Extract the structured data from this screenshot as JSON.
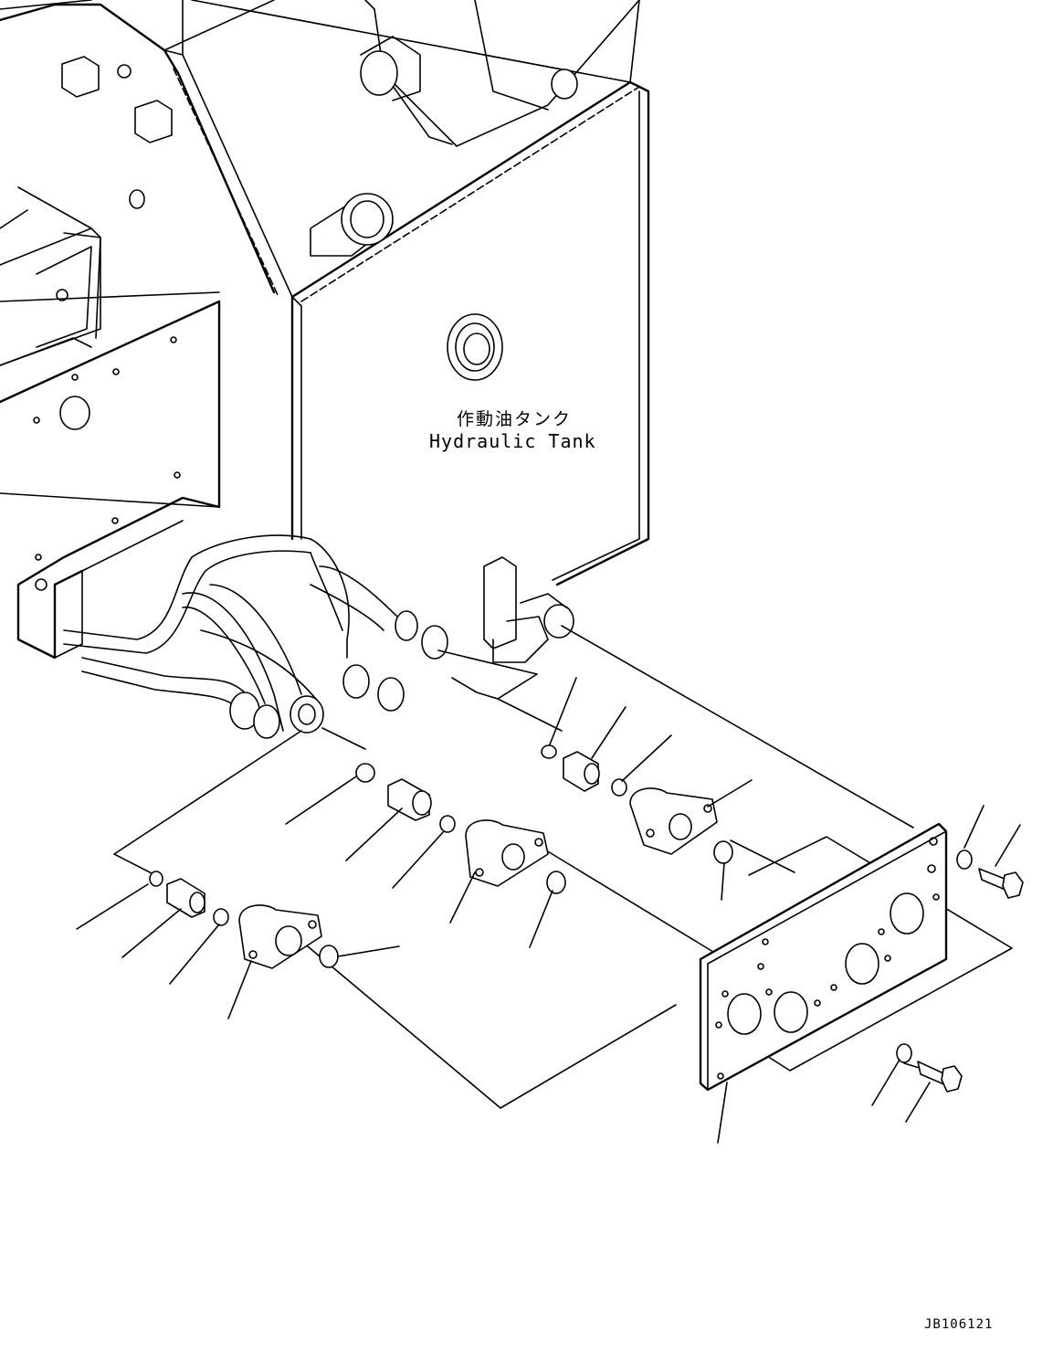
{
  "diagram": {
    "tank_label_jp": "作動油タンク",
    "tank_label_en": "Hydraulic Tank",
    "drawing_id": "JB106121"
  }
}
